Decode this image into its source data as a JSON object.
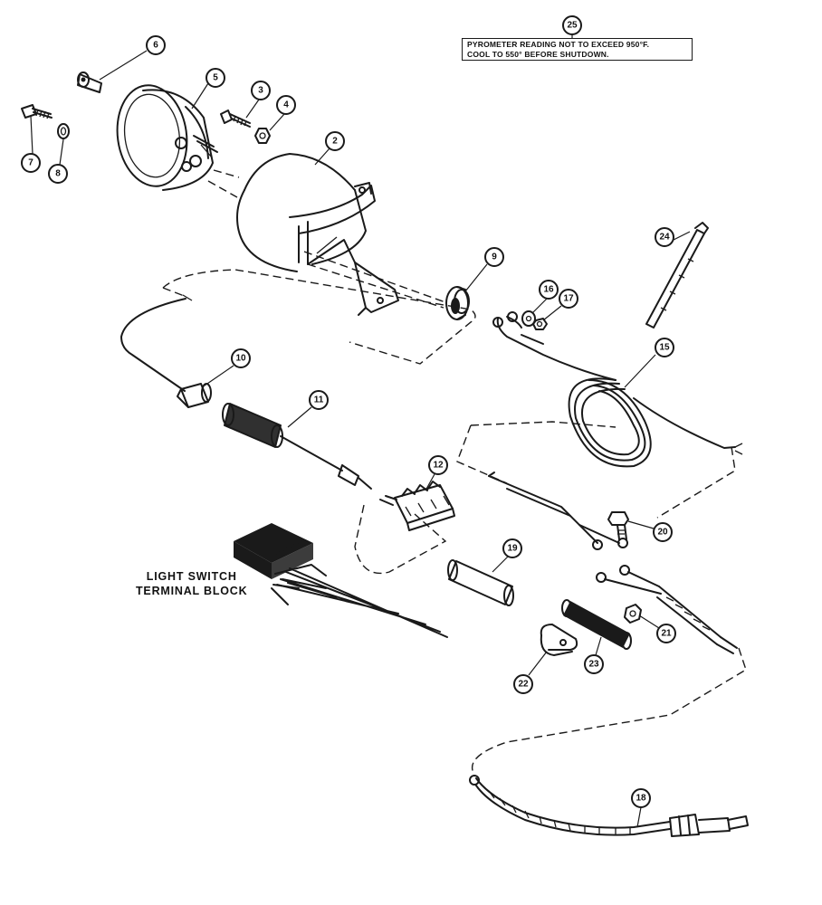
{
  "note": {
    "ref": "25",
    "line1": "PYROMETER READING NOT TO EXCEED 950°F.",
    "line2": "COOL TO 550° BEFORE SHUTDOWN."
  },
  "block_label": {
    "line1": "LIGHT SWITCH",
    "line2": "TERMINAL BLOCK"
  },
  "callouts": {
    "c2": "2",
    "c3": "3",
    "c4": "4",
    "c5": "5",
    "c6": "6",
    "c7": "7",
    "c8": "8",
    "c9": "9",
    "c10": "10",
    "c11": "11",
    "c12": "12",
    "c15": "15",
    "c16": "16",
    "c17": "17",
    "c18": "18",
    "c19": "19",
    "c20": "20",
    "c21": "21",
    "c22": "22",
    "c23": "23",
    "c24": "24"
  }
}
